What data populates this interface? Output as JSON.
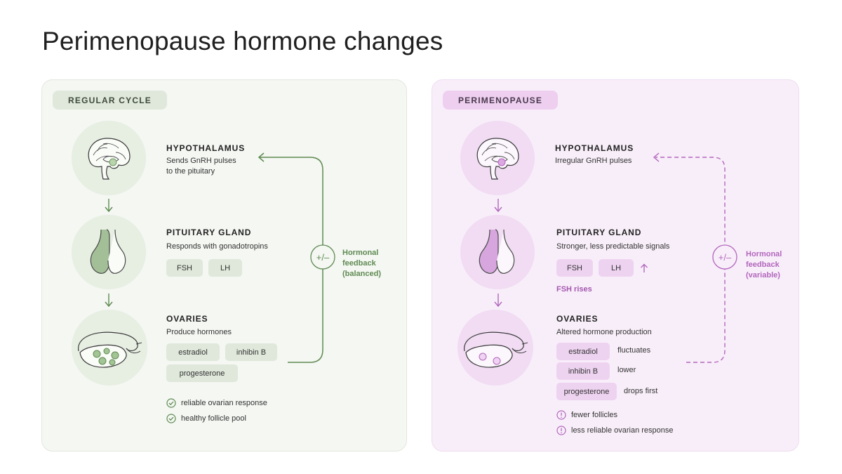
{
  "title": "Perimenopause hormone changes",
  "regular": {
    "tag": "REGULAR CYCLE",
    "hypothalamus": {
      "heading": "HYPOTHALAMUS",
      "desc": "Sends GnRH pulses\nto the pituitary"
    },
    "pituitary": {
      "heading": "PITUITARY GLAND",
      "desc": "Responds with gonadotropins",
      "chips": [
        "FSH",
        "LH"
      ]
    },
    "ovaries": {
      "heading": "OVARIES",
      "desc": "Produce hormones",
      "chips": [
        "estradiol",
        "inhibin B",
        "progesterone"
      ]
    },
    "feedback": {
      "symbol": "+/–",
      "label": "Hormonal\nfeedback\n(balanced)"
    },
    "checks": [
      "reliable ovarian response",
      "healthy follicle pool"
    ]
  },
  "peri": {
    "tag": "PERIMENOPAUSE",
    "hypothalamus": {
      "heading": "HYPOTHALAMUS",
      "desc": "Irregular GnRH pulses"
    },
    "pituitary": {
      "heading": "PITUITARY GLAND",
      "desc": "Stronger, less predictable signals",
      "chips": [
        "FSH",
        "LH"
      ],
      "note": "FSH rises"
    },
    "ovaries": {
      "heading": "OVARIES",
      "desc": "Altered hormone production",
      "rows": [
        {
          "chip": "estradiol",
          "status": "fluctuates"
        },
        {
          "chip": "inhibin B",
          "status": "lower"
        },
        {
          "chip": "progesterone",
          "status": "drops first"
        }
      ]
    },
    "feedback": {
      "symbol": "+/–",
      "label": "Hormonal\nfeedback\n(variable)"
    },
    "warnings": [
      "fewer follicles",
      "less reliable ovarian response"
    ]
  },
  "colors": {
    "green": "#5f8a52",
    "purple": "#b267bd"
  }
}
